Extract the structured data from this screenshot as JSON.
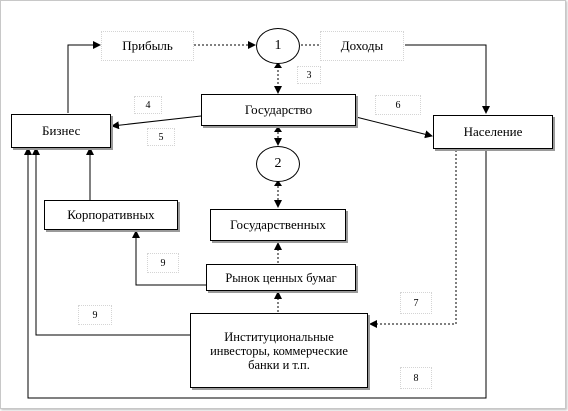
{
  "nodes": {
    "circle1": "1",
    "circle2": "2",
    "profit": "Прибыль",
    "income": "Доходы",
    "state": "Государство",
    "business": "Бизнес",
    "population": "Население",
    "corporate": "Корпоративных",
    "government": "Государственных",
    "securities_market": "Рынок ценных бумаг",
    "institutional": "Институциональные инвесторы, коммерческие банки и т.п."
  },
  "flow_numbers": {
    "n3": "3",
    "n4": "4",
    "n5": "5",
    "n6": "6",
    "n7": "7",
    "n8": "8",
    "n9a": "9",
    "n9b": "9"
  }
}
